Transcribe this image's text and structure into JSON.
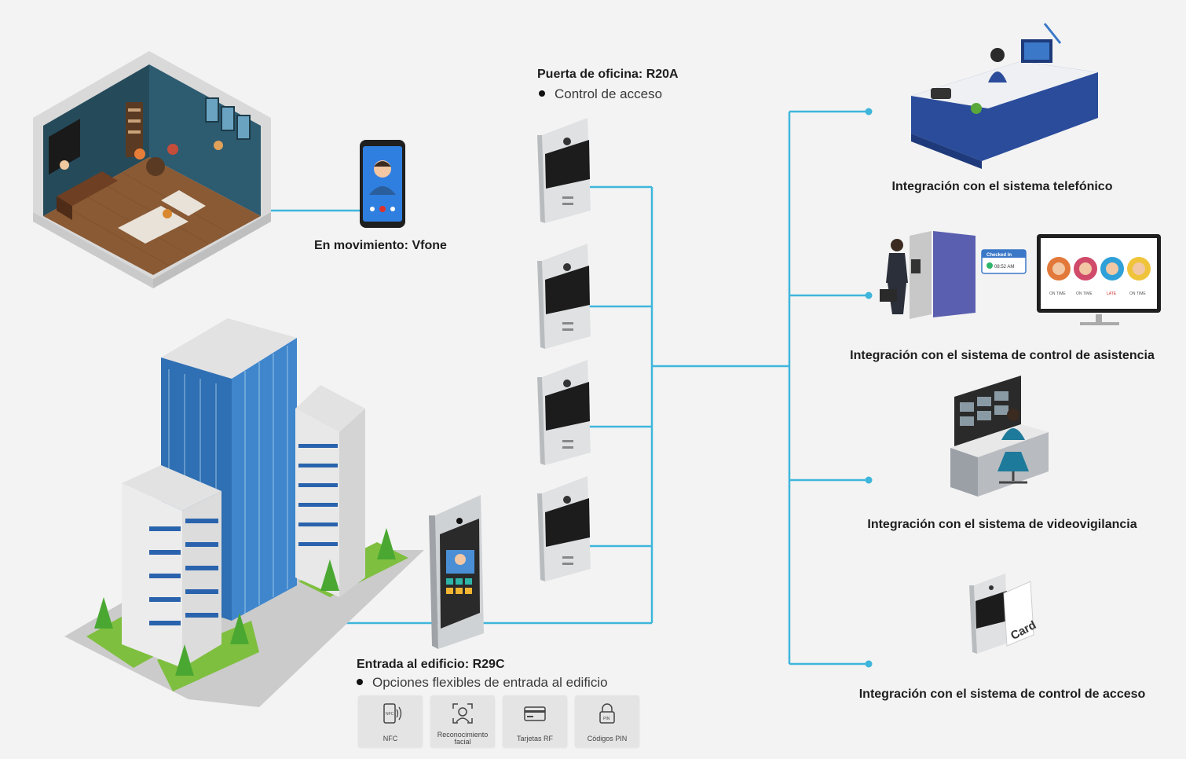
{
  "labels": {
    "office_door_title": "Puerta de oficina: R20A",
    "office_door_bullet": "Control de acceso",
    "mobile_label": "En movimiento: Vfone",
    "building_entry_title": "Entrada al edificio: R29C",
    "building_entry_bullet": "Opciones flexibles de entrada al edificio",
    "integration_phone": "Integración con el sistema telefónico",
    "integration_attendance": "Integración con el sistema de control de asistencia",
    "integration_video": "Integración con el sistema de videovigilancia",
    "integration_access": "Integración con el sistema de control de acceso"
  },
  "entry_options": [
    {
      "icon": "nfc-icon",
      "label": "NFC"
    },
    {
      "icon": "face-recognition-icon",
      "label": "Reconocimiento facial"
    },
    {
      "icon": "rf-card-icon",
      "label": "Tarjetas RF"
    },
    {
      "icon": "pin-lock-icon",
      "label": "Códigos PIN"
    }
  ],
  "attendance_panel": {
    "badge_title": "Checked In",
    "badge_time": "08:52 AM",
    "statuses": [
      "ON TIME",
      "ON TIME",
      "LATE",
      "ON TIME"
    ]
  },
  "card_text": "Card",
  "colors": {
    "background": "#f3f3f3",
    "connector": "#3eb6dc",
    "building_glass": "#2f6fb3",
    "desk_blue": "#2b4c9b"
  }
}
